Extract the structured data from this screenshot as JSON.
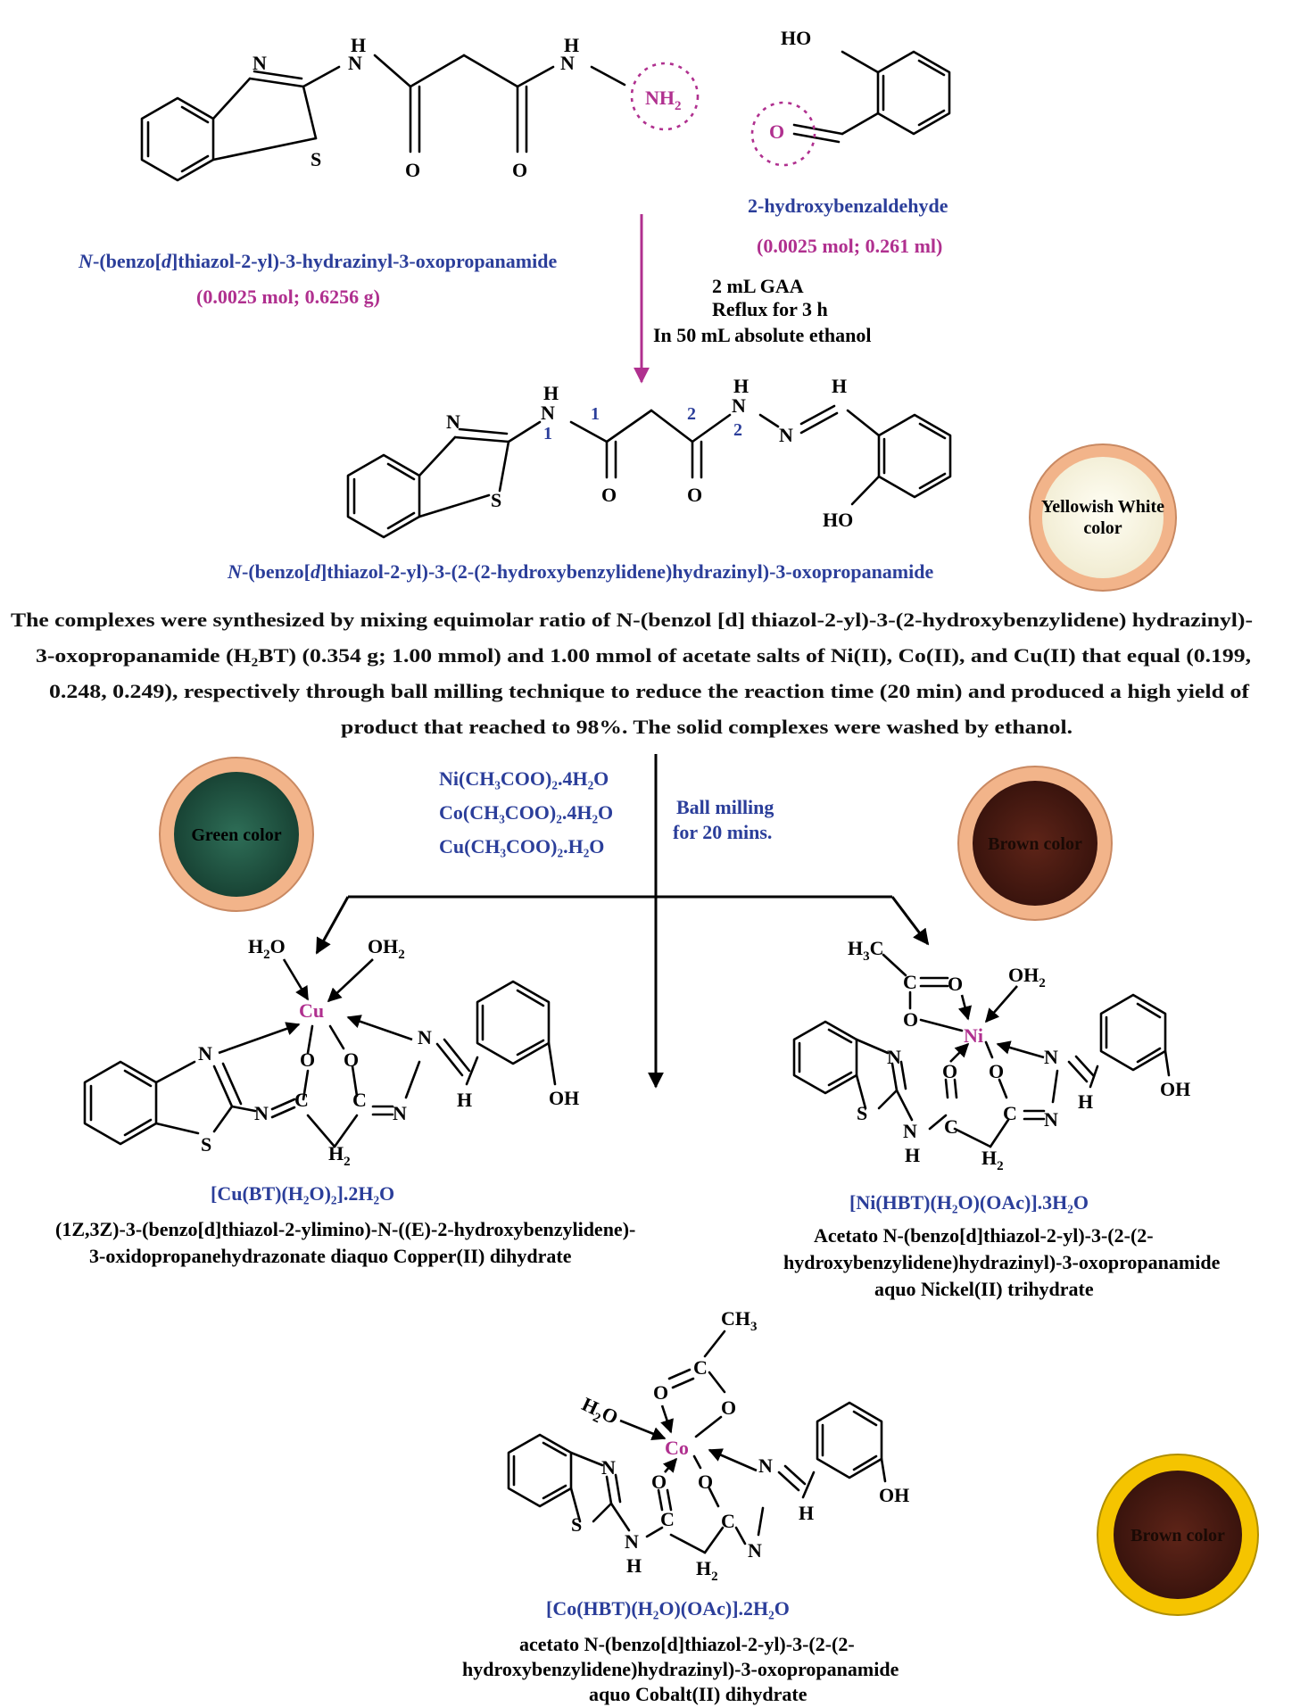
{
  "reactant1": {
    "name_prefix": "N",
    "name_mid1": "-(benzo[",
    "name_d": "d",
    "name_rest": "]thiazol-2-yl)-3-hydrazinyl-3-oxopropanamide",
    "amount": "(0.0025 mol; 0.6256 g)"
  },
  "reactant2": {
    "name": "2-hydroxybenzaldehyde",
    "amount": "(0.0025 mol; 0.261 ml)"
  },
  "conditions": {
    "line1": "2 mL GAA",
    "line2": "Reflux for 3 h",
    "line3": "In 50 mL absolute ethanol"
  },
  "ligand": {
    "name_prefix": "N",
    "name_mid1": "-(benzo[",
    "name_d": "d",
    "name_rest": "]thiazol-2-yl)-3-(2-(2-hydroxybenzylidene)hydrazinyl)-3-oxopropanamide",
    "color_line1": "Yellowish White",
    "color_line2": "color",
    "num_n1": "1",
    "num_c1": "1",
    "num_c2": "2",
    "num_n2": "2"
  },
  "paragraph": {
    "line1": "The complexes were synthesized by mixing equimolar ratio of N-(benzol [d] thiazol-2-yl)-3-(2-hydroxybenzylidene) hydrazinyl)-",
    "line2": "3-oxopropanamide (H₂BT) (0.354 g; 1.00 mmol) and 1.00 mmol of acetate salts of Ni(II), Co(II), and Cu(II) that equal (0.199,",
    "line3": "0.248, 0.249), respectively through ball milling technique to reduce the reaction time  (20 min) and produced a high yield of",
    "line4": "product that reached to 98%. The solid complexes were washed by ethanol."
  },
  "reagents": {
    "ni_salt": "Ni(CH₃COO)₂.4H₂O",
    "co_salt": "Co(CH₃COO)₂.4H₂O",
    "cu_salt": "Cu(CH₃COO)₂.H₂O",
    "method_line1": "Ball milling",
    "method_line2": "for 20 mins."
  },
  "copper": {
    "swatch_label": "Green color",
    "formula": "[Cu(BT)(H₂O)₂].2H₂O",
    "name_line1": "(1Z,3Z)-3-(benzo[d]thiazol-2-ylimino)-N-((E)-2-hydroxybenzylidene)-",
    "name_line2": "3-oxidopropanehydrazonate diaquo Copper(II) dihydrate",
    "metal": "Cu"
  },
  "nickel": {
    "swatch_label": "Brown color",
    "formula": "[Ni(HBT)(H₂O)(OAc)].3H₂O",
    "name_line1": "Acetato N-(benzo[d]thiazol-2-yl)-3-(2-(2-",
    "name_line2": "hydroxybenzylidene)hydrazinyl)-3-oxopropanamide",
    "name_line3": "aquo Nickel(II) trihydrate",
    "metal": "Ni"
  },
  "cobalt": {
    "swatch_label": "Brown color",
    "formula": "[Co(HBT)(H₂O)(OAc)].2H₂O",
    "name_line1": "acetato N-(benzo[d]thiazol-2-yl)-3-(2-(2-",
    "name_line2": "hydroxybenzylidene)hydrazinyl)-3-oxopropanamide",
    "name_line3": "aquo Cobalt(II) dihydrate",
    "metal": "Co"
  },
  "colors": {
    "blue_text": "#2b3e9a",
    "pink_text": "#b0308f",
    "green_swatch": "#1f5a45",
    "brown_swatch": "#4a1a12",
    "ring_orange": "#f2b48a",
    "ring_yellow": "#f5c400"
  }
}
